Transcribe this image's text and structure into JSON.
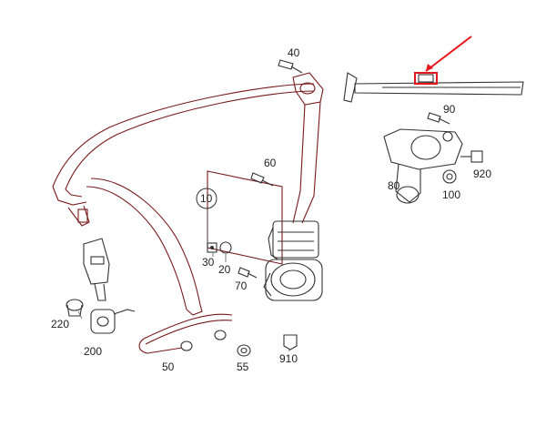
{
  "diagram": {
    "labels": {
      "p10": "10",
      "p20": "20",
      "p30": "30",
      "p40": "40",
      "p50": "50",
      "p55": "55",
      "p60": "60",
      "p70": "70",
      "p80": "80",
      "p90": "90",
      "p100": "100",
      "p200": "200",
      "p220": "220",
      "p910": "910",
      "p920": "920"
    },
    "highlight_color": "#e8151b",
    "line_color": "#7a1a1a"
  }
}
